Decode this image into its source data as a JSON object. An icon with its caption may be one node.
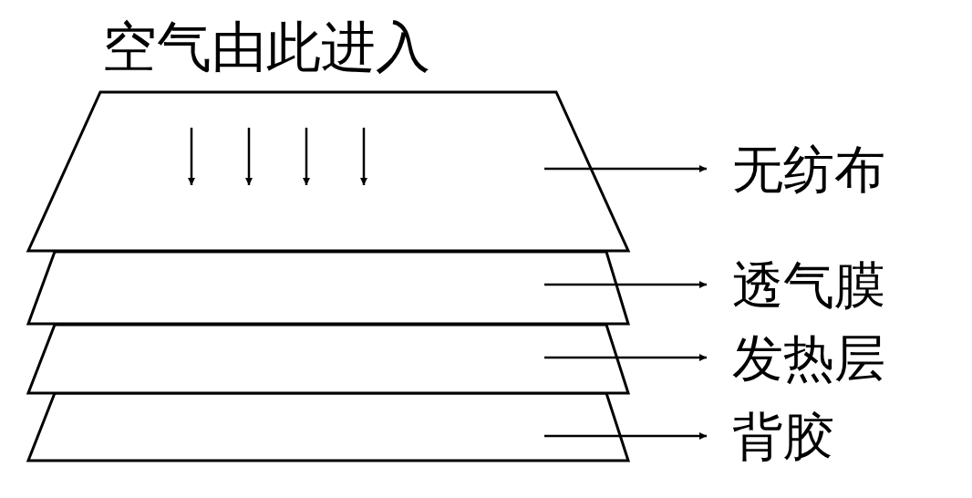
{
  "diagram": {
    "nodes": [
      {
        "text": [],
        "shape": "trapezoid"
      },
      {
        "text": [
          "无纺布"
        ]
      },
      {
        "text": [],
        "shape": "trapezoid"
      },
      {
        "text": [
          "透气膜"
        ]
      },
      {
        "text": [],
        "shape": "trapezoid"
      },
      {
        "text": [
          "发热层"
        ]
      },
      {
        "text": [],
        "shape": "trapezoid"
      },
      {
        "text": [
          "背胶"
        ]
      }
    ],
    "edges": [
      {
        "from": 0,
        "to": 1,
        "arrow": "to"
      },
      {
        "from": 2,
        "to": 3,
        "arrow": "to"
      },
      {
        "from": 4,
        "to": 5,
        "arrow": "to"
      },
      {
        "from": 6,
        "to": 7,
        "arrow": "to"
      }
    ],
    "labels": [
      "空气由此进入"
    ]
  }
}
